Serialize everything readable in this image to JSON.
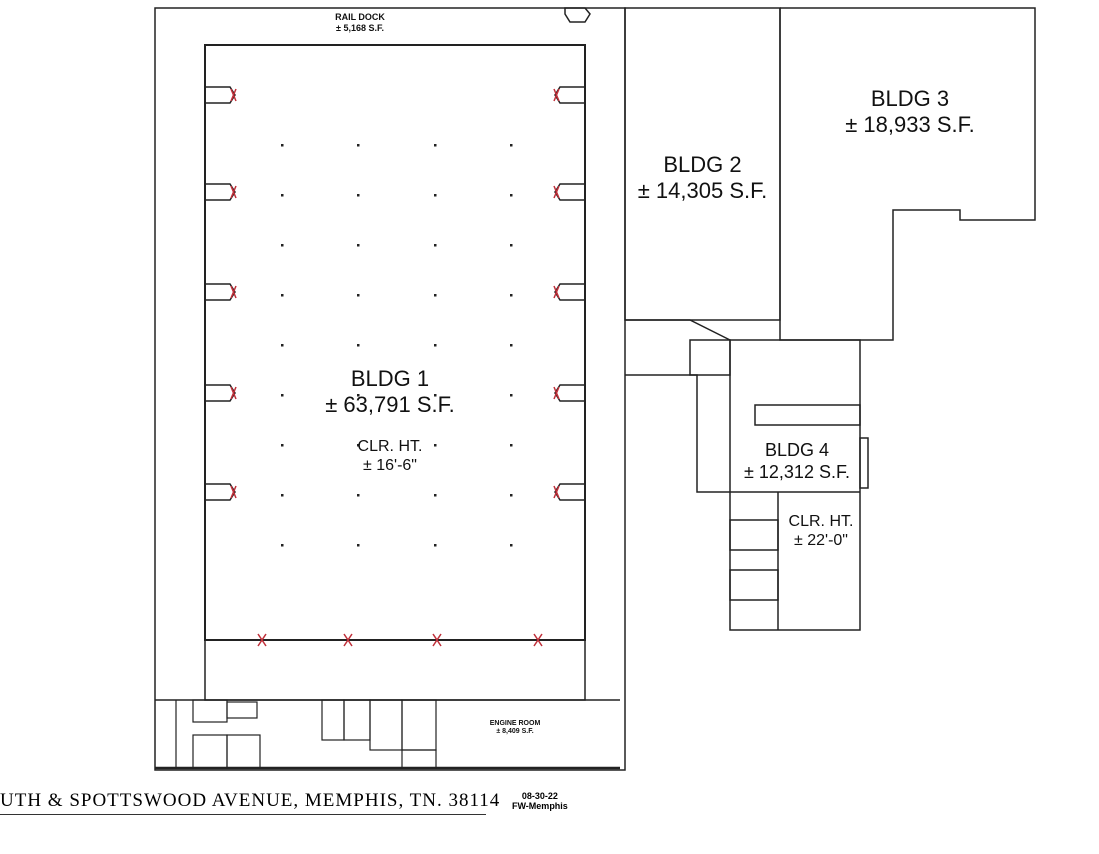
{
  "rail_dock": {
    "name": "RAIL DOCK",
    "area": "± 5,168 S.F."
  },
  "bldg1": {
    "name": "BLDG 1",
    "area": "± 63,791 S.F.",
    "clr_label": "CLR. HT.",
    "clr_value": "± 16'-6\""
  },
  "bldg2": {
    "name": "BLDG 2",
    "area": "± 14,305 S.F."
  },
  "bldg3": {
    "name": "BLDG 3",
    "area": "± 18,933 S.F."
  },
  "bldg4": {
    "name": "BLDG 4",
    "area": "± 12,312 S.F.",
    "clr_label": "CLR. HT.",
    "clr_value": "± 22'-0\""
  },
  "engine_room": {
    "name": "ENGINE ROOM",
    "area": "± 8,409 S.F."
  },
  "footer": {
    "address": "UTH & SPOTTSWOOD AVENUE, MEMPHIS, TN. 38114",
    "date": "08-30-22",
    "tag": "FW-Memphis"
  },
  "colors": {
    "walls": "#222222",
    "doors": "#c0303a",
    "door_swing": "#2aa8b0"
  }
}
